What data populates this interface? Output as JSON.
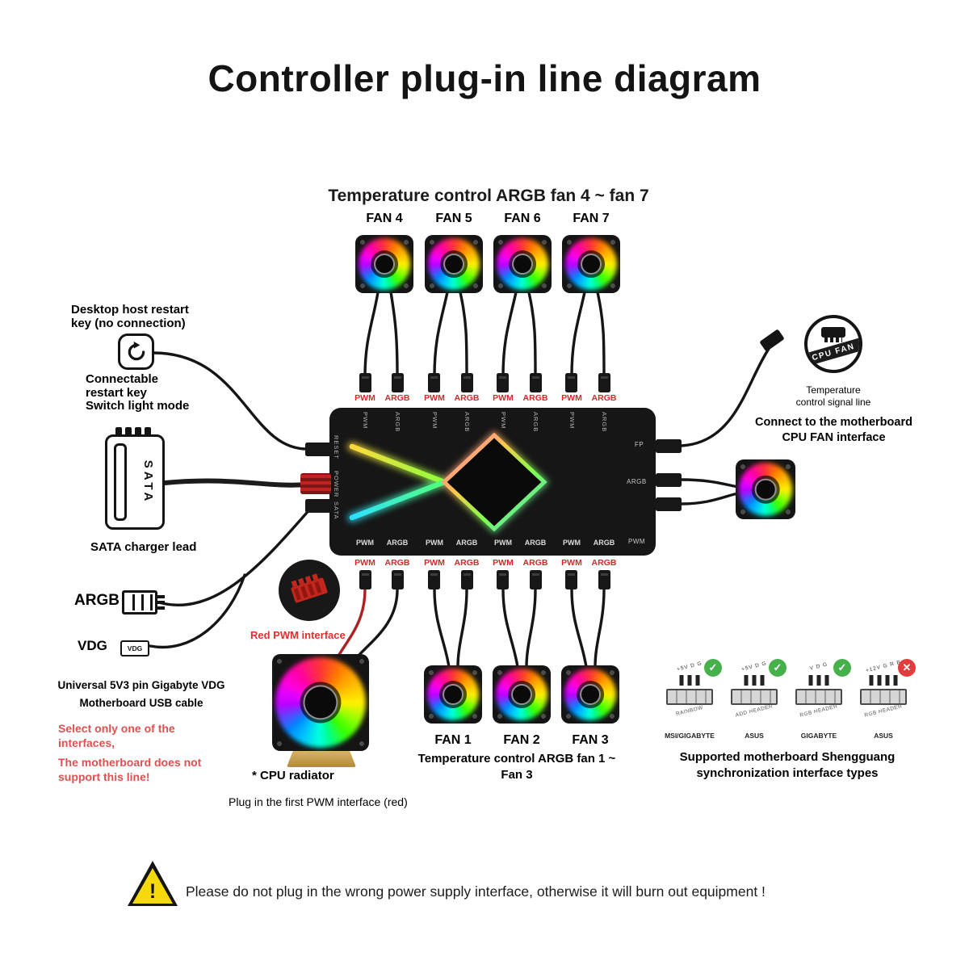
{
  "title": "Controller plug-in line diagram",
  "top": {
    "heading": "Temperature control ARGB fan 4 ~ fan 7",
    "fan_labels": [
      "FAN 4",
      "FAN 5",
      "FAN 6",
      "FAN 7"
    ]
  },
  "controller": {
    "top_red_labels": [
      "PWM",
      "ARGB",
      "PWM",
      "ARGB",
      "PWM",
      "ARGB",
      "PWM",
      "ARGB"
    ],
    "top_edge_labels": [
      "PWM",
      "ARGB",
      "PWM",
      "ARGB",
      "PWM",
      "ARGB",
      "PWM",
      "ARGB"
    ],
    "bottom_edge_labels": [
      "PWM",
      "ARGB",
      "PWM",
      "ARGB",
      "PWM",
      "ARGB",
      "PWM",
      "ARGB"
    ],
    "bottom_red_labels": [
      "PWM",
      "ARGB",
      "PWM",
      "ARGB",
      "PWM",
      "ARGB",
      "PWM",
      "ARGB"
    ],
    "left_edge_labels": [
      "RESET",
      "POWER",
      "SATA"
    ],
    "right_edge_labels": [
      "FP",
      "ARGB",
      "PWM"
    ]
  },
  "bottom": {
    "fan_labels": [
      "FAN 1",
      "FAN 2",
      "FAN 3"
    ],
    "caption": "Temperature control ARGB fan 1 ~\nFan 3"
  },
  "left_panel": {
    "restart_caption": "Desktop host restart\nkey (no connection)",
    "restart_modes": "Connectable\nrestart key\nSwitch light mode",
    "sata_label": "SATA",
    "sata_caption": "SATA charger lead",
    "argb_label": "ARGB",
    "vdg_label": "VDG",
    "vdg_chip_label": "VDG",
    "usb_caption": "Universal 5V3 pin Gigabyte VDG\nMotherboard USB cable",
    "warning_a": "Select only one of the\ninterfaces,",
    "warning_b": "The motherboard does not\nsupport this line!"
  },
  "radiator": {
    "red_pwm_caption": "Red PWM interface",
    "label": "* CPU radiator",
    "caption": "Plug in the first PWM interface (red)"
  },
  "right_panel": {
    "cpu_fan_badge": "CPU FAN",
    "signal_caption": "Temperature\ncontrol signal line",
    "connect_caption": "Connect to the motherboard\nCPU FAN interface"
  },
  "mobo": {
    "heading": "Supported motherboard Shengguang\nsynchronization interface types",
    "check_glyph": "✓",
    "cross_glyph": "✕",
    "items": [
      {
        "brand": "MSI/GIGABYTE",
        "pins": "+5V D G",
        "type": "RAINBOW",
        "status": "supported"
      },
      {
        "brand": "ASUS",
        "pins": "+5V D G",
        "type": "ADD HEADER",
        "status": "supported"
      },
      {
        "brand": "GIGABYTE",
        "pins": "V D G",
        "type": "RGB HEADER",
        "status": "supported"
      },
      {
        "brand": "ASUS",
        "pins": "+12V G R B",
        "type": "RGB HEADER",
        "status": "not-supported"
      }
    ]
  },
  "footer": {
    "warning_glyph": "!",
    "text": "Please do not plug in the wrong power supply interface, otherwise it will burn out equipment !"
  },
  "colors": {
    "accent_red": "#cf2a2a",
    "check_green": "#46b04a",
    "cross_red": "#e23c3c",
    "warning_yellow": "#f6d90a"
  }
}
